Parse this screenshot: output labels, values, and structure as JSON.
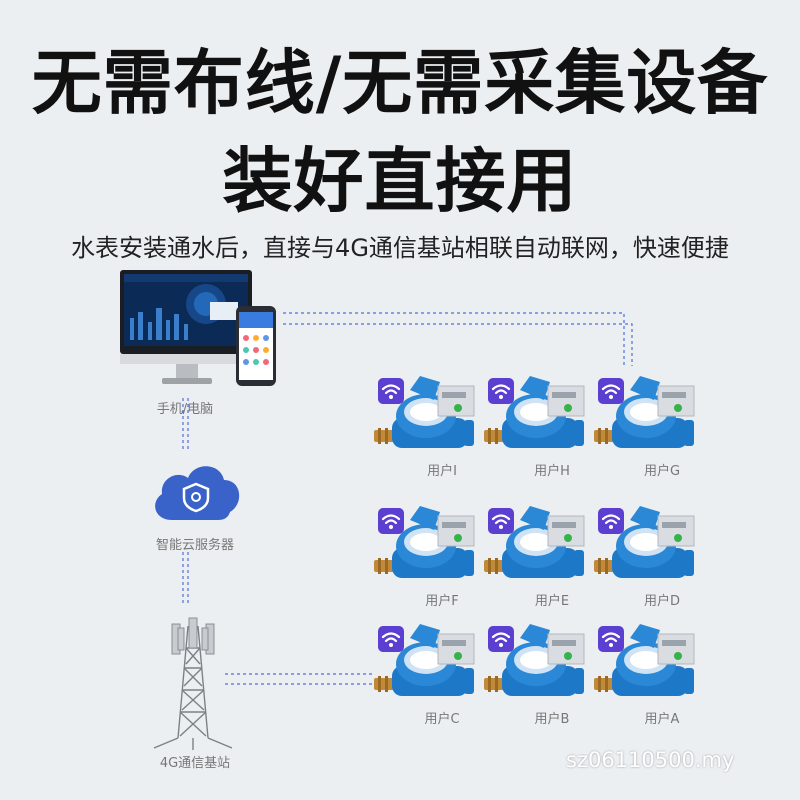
{
  "headline": {
    "line1": "无需布线/无需采集设备",
    "line2": "装好直接用"
  },
  "subtitle": "水表安装通水后，直接与4G通信基站相联自动联网，快速便捷",
  "nodes": {
    "device_label": "手机/电脑",
    "cloud_label": "智能云服务器",
    "tower_label": "4G通信基站"
  },
  "meters": [
    {
      "label": "用户I"
    },
    {
      "label": "用户H"
    },
    {
      "label": "用户G"
    },
    {
      "label": "用户F"
    },
    {
      "label": "用户E"
    },
    {
      "label": "用户D"
    },
    {
      "label": "用户C"
    },
    {
      "label": "用户B"
    },
    {
      "label": "用户A"
    }
  ],
  "watermark": "sz06110500.my",
  "colors": {
    "meter_blue": "#1e78c8",
    "wifi_purple": "#5b3fd0",
    "link_blue": "#4f6fd8",
    "cloud_blue": "#3a63c9"
  }
}
